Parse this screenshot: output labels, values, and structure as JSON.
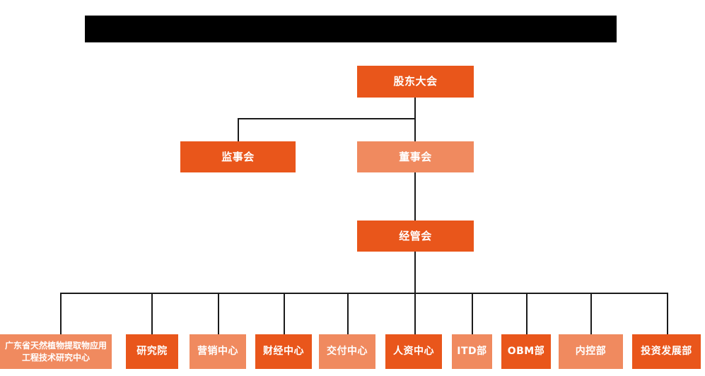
{
  "chart": {
    "kind": "organization-chart",
    "colors": {
      "dark_orange": "#E9561B",
      "light_orange": "#F08A5F",
      "connector": "#1a1a1a",
      "redaction": "#000000",
      "background": "#ffffff",
      "node_text": "#ffffff"
    },
    "redaction_bar": {
      "label": ""
    },
    "tier1": {
      "label": "股东大会",
      "shade": "dark"
    },
    "tier2": [
      {
        "label": "监事会",
        "shade": "dark"
      },
      {
        "label": "董事会",
        "shade": "light"
      }
    ],
    "tier3": {
      "label": "经管会",
      "shade": "dark"
    },
    "tier4": [
      {
        "label": "广东省天然植物提取物应用工程技术研究中心",
        "shade": "light"
      },
      {
        "label": "研究院",
        "shade": "dark"
      },
      {
        "label": "营销中心",
        "shade": "light"
      },
      {
        "label": "财经中心",
        "shade": "dark"
      },
      {
        "label": "交付中心",
        "shade": "light"
      },
      {
        "label": "人资中心",
        "shade": "dark"
      },
      {
        "label": "ITD部",
        "shade": "light"
      },
      {
        "label": "OBM部",
        "shade": "dark"
      },
      {
        "label": "内控部",
        "shade": "light"
      },
      {
        "label": "投资发展部",
        "shade": "dark"
      }
    ]
  }
}
